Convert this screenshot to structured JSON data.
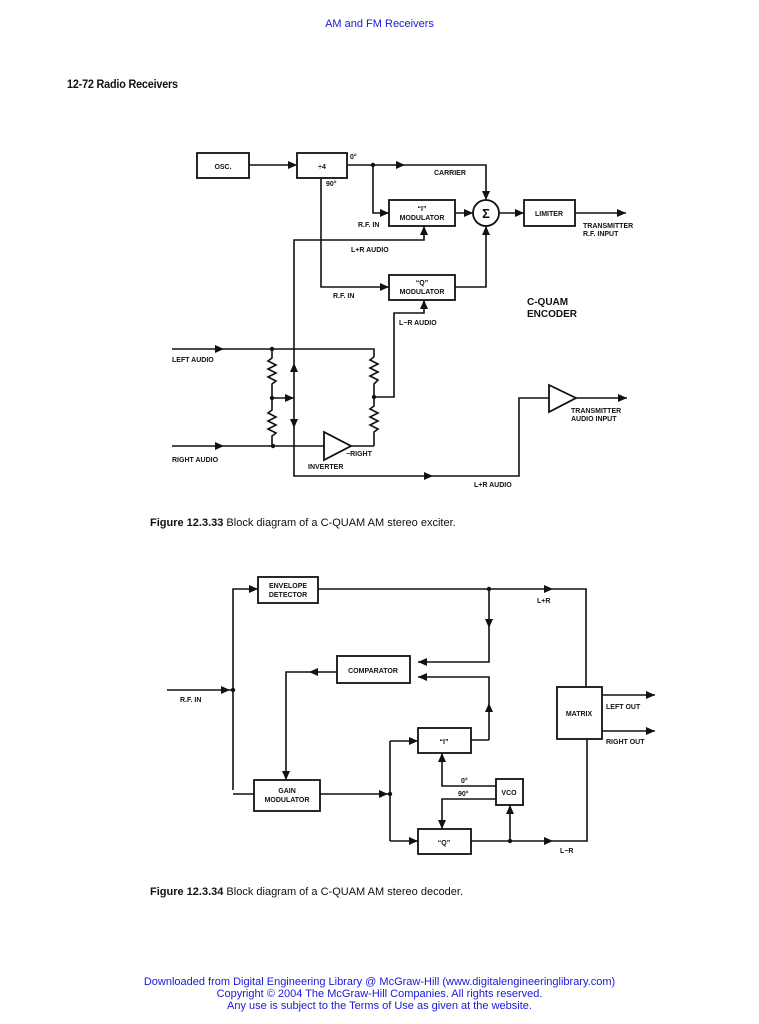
{
  "page": {
    "running_header": "AM and FM Receivers",
    "section_title": "12-72 Radio Receivers",
    "footer": [
      "Downloaded from Digital Engineering Library @ McGraw-Hill (www.digitalengineeringlibrary.com)",
      "Copyright © 2004 The McGraw-Hill Companies. All rights reserved.",
      "Any use is subject to the Terms of Use as given at the website."
    ]
  },
  "encoder": {
    "caption_label": "Figure 12.3.33",
    "caption_text": " Block diagram of a C-QUAM AM stereo exciter.",
    "title_line1": "C-QUAM",
    "title_line2": "ENCODER",
    "blocks": {
      "osc": "OSC.",
      "divider": "÷4",
      "i_mod_line1": "“I”",
      "i_mod_line2": "MODULATOR",
      "q_mod_line1": "“Q”",
      "q_mod_line2": "MODULATOR",
      "summer": "Σ",
      "limiter": "LIMITER",
      "inverter": "INVERTER"
    },
    "labels": {
      "phase_0": "0°",
      "phase_90": "90°",
      "carrier": "CARRIER",
      "rf_in_i": "R.F. IN",
      "rf_in_q": "R.F. IN",
      "lr_sum_audio": "L+R AUDIO",
      "lr_diff_audio": "L−R AUDIO",
      "tx_rf_line1": "TRANSMITTER",
      "tx_rf_line2": "R.F. INPUT",
      "left_audio": "LEFT AUDIO",
      "right_audio": "RIGHT AUDIO",
      "neg_right": "−RIGHT",
      "tx_audio_line1": "TRANSMITTER",
      "tx_audio_line2": "AUDIO INPUT",
      "lr_sum_audio_bottom": "L+R AUDIO"
    }
  },
  "decoder": {
    "caption_label": "Figure 12.3.34",
    "caption_text": " Block diagram of a C-QUAM AM stereo decoder.",
    "blocks": {
      "env_line1": "ENVELOPE",
      "env_line2": "DETECTOR",
      "comparator": "COMPARATOR",
      "gain_line1": "GAIN",
      "gain_line2": "MODULATOR",
      "i_demod": "“I”",
      "q_demod": "“Q”",
      "vco": "VCO",
      "matrix": "MATRIX"
    },
    "labels": {
      "rf_in": "R.F. IN",
      "l_plus_r": "L+R",
      "l_minus_r": "L−R",
      "left_out": "LEFT OUT",
      "right_out": "RIGHT OUT",
      "phase_0": "0°",
      "phase_90": "90°"
    }
  }
}
